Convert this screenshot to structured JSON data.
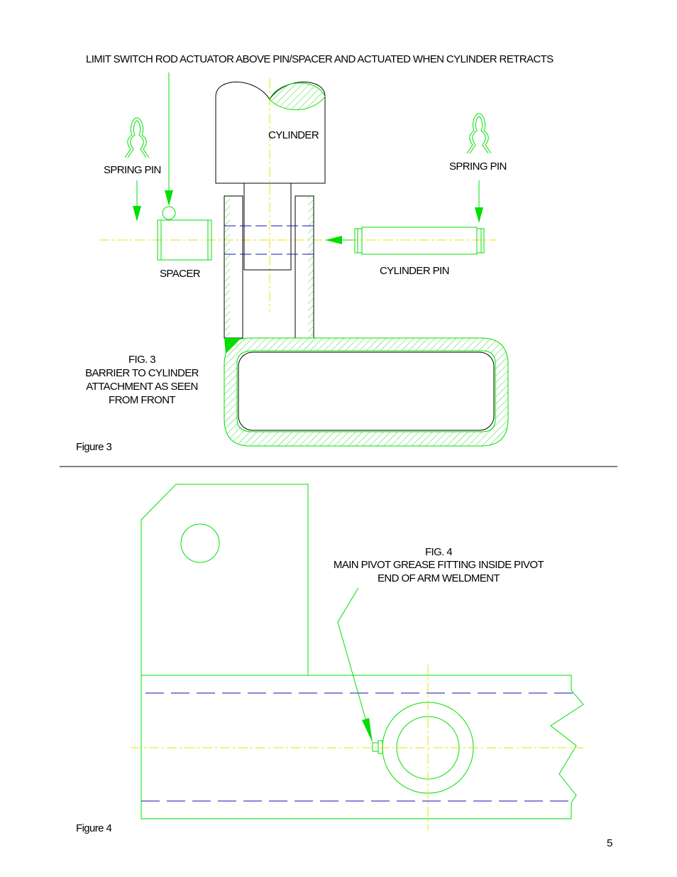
{
  "fig3": {
    "top_note": "LIMIT SWITCH ROD ACTUATOR ABOVE PIN/SPACER AND ACTUATED WHEN CYLINDER RETRACTS",
    "cylinder_label": "CYLINDER",
    "spring_pin_left_label": "SPRING PIN",
    "spring_pin_right_label": "SPRING PIN",
    "spacer_label": "SPACER",
    "cylinder_pin_label": "CYLINDER PIN",
    "caption_line1": "FIG. 3",
    "caption_line2": "BARRIER TO CYLINDER",
    "caption_line3": "ATTACHMENT AS SEEN",
    "caption_line4": "FROM FRONT",
    "figure_label": "Figure 3"
  },
  "fig4": {
    "caption_line1": "FIG. 4",
    "caption_line2": "MAIN PIVOT GREASE FITTING INSIDE PIVOT",
    "caption_line3": "END OF ARM WELDMENT",
    "figure_label": "Figure 4"
  },
  "page_number": "5",
  "colors": {
    "outline": "#00e000",
    "center_line": "#e6e600",
    "hidden_line": "#1010b0",
    "text": "#000000"
  }
}
